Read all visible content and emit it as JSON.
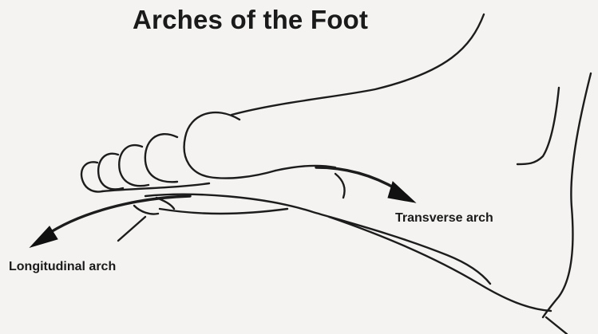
{
  "diagram": {
    "title": "Arches of the Foot",
    "labels": {
      "transverse": "Transverse arch",
      "longitudinal": "Longitudinal arch"
    },
    "colors": {
      "background": "#f4f3f1",
      "ink": "#1a1a1a"
    }
  }
}
